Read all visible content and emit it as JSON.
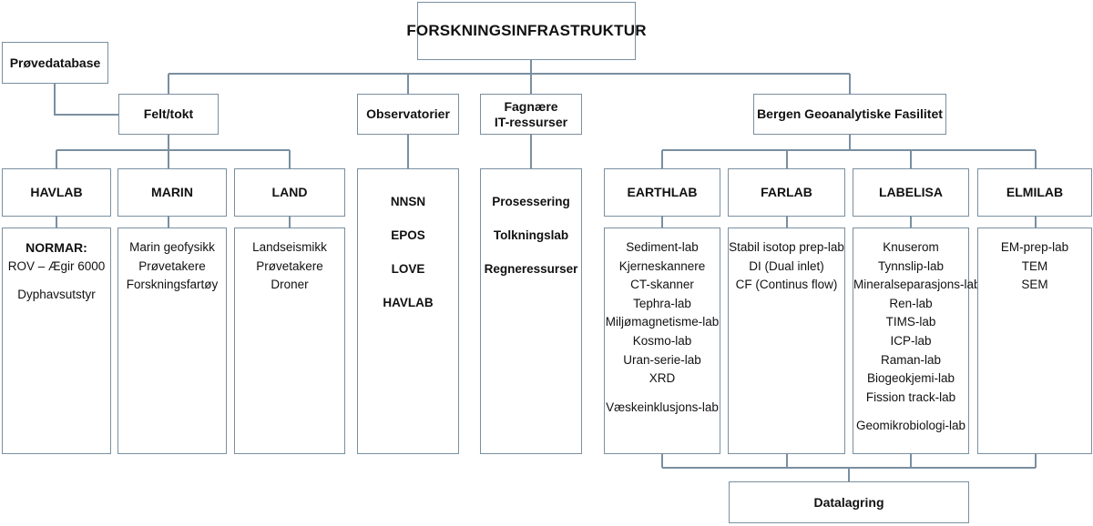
{
  "top": "FORSKNINGSINFRASTRUKTUR",
  "provedatabase": "Prøvedatabase",
  "level1": {
    "felt": "Felt/tokt",
    "observatorier": "Observatorier",
    "fagnaere_l1": "Fagnære",
    "fagnaere_l2": "IT-ressurser",
    "bergen": "Bergen Geoanalytiske Fasilitet"
  },
  "level2": {
    "havlab": "HAVLAB",
    "marin": "MARIN",
    "land": "LAND",
    "earthlab": "EARTHLAB",
    "farlab": "FARLAB",
    "labelisa": "LABELISA",
    "elmilab": "ELMILAB"
  },
  "lists": {
    "havlab": [
      "NORMAR:",
      "ROV – Ægir 6000",
      "Dyphavsutstyr"
    ],
    "marin": [
      "Marin geofysikk",
      "Prøvetakere",
      "Forskningsfartøy"
    ],
    "land": [
      "Landseismikk",
      "Prøvetakere",
      "Droner"
    ],
    "observatorier": [
      "NNSN",
      "EPOS",
      "LOVE",
      "HAVLAB"
    ],
    "it": [
      "Prosessering",
      "Tolkningslab",
      "Regneressurser"
    ],
    "earthlab": [
      "Sediment-lab",
      "Kjerneskannere",
      "CT-skanner",
      "Tephra-lab",
      "Miljømagnetisme-lab",
      "Kosmo-lab",
      "Uran-serie-lab",
      "XRD",
      "Væskeinklusjons-lab"
    ],
    "farlab": [
      "Stabil isotop prep-lab",
      "DI (Dual inlet)",
      "CF (Continus flow)"
    ],
    "labelisa": [
      "Knuserom",
      "Tynnslip-lab",
      "Mineralseparasjons-lab",
      "Ren-lab",
      "TIMS-lab",
      "ICP-lab",
      "Raman-lab",
      "Biogeokjemi-lab",
      "Fission track-lab",
      "Geomikrobiologi-lab"
    ],
    "elmilab": [
      "EM-prep-lab",
      "TEM",
      "SEM"
    ]
  },
  "datalagring": "Datalagring",
  "colors": {
    "line": "#7a8fa0",
    "border": "#7a8fa0",
    "text": "#111111"
  }
}
